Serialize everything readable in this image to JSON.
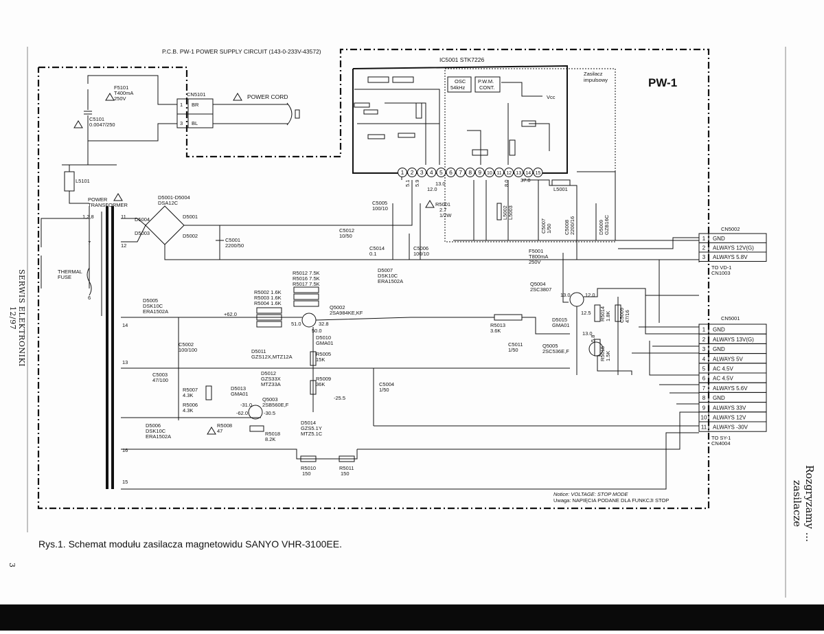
{
  "header": {
    "pcb_title": "P.C.B. PW-1 POWER SUPPLY CIRCUIT (143-0-233V-43572)",
    "module_label": "PW-1",
    "ic_label": "IC5001   STK7226",
    "zasilacz_line1": "Zasilacz",
    "zasilacz_line2": "impulsowy"
  },
  "ic_blocks": {
    "osc_line1": "OSC",
    "osc_line2": "54kHz",
    "pwm_line1": "P.W.M.",
    "pwm_line2": "CONT.",
    "vcc": "Vcc",
    "pins": [
      "1",
      "2",
      "3",
      "4",
      "5",
      "6",
      "7",
      "8",
      "9",
      "10",
      "11",
      "12",
      "13",
      "14",
      "15"
    ]
  },
  "labels": {
    "f5101": [
      "F5101",
      "T400mA",
      "250V"
    ],
    "cn5101": "CN5101",
    "power_cord": "POWER CORD",
    "br": "BR",
    "bl": "BL",
    "pin1": "1",
    "pin3": "3",
    "c5101": [
      "C5101",
      "0.0047/250"
    ],
    "l5101": "L5101",
    "power_transformer": [
      "POWER",
      "TRANSFORMER"
    ],
    "pins_128": "1,2,8",
    "thermal_fuse": [
      "THERMAL",
      "FUSE"
    ],
    "d5001": [
      "D5001-D5004",
      "DSA12C"
    ],
    "d5004": "D5004",
    "d5003": "D5003",
    "d5001b": "D5001",
    "d5002": "D5002",
    "c5001": [
      "C5001",
      "2200/50"
    ],
    "c5005": [
      "C5005",
      "100/10"
    ],
    "c5012": [
      "C5012",
      "10/50"
    ],
    "c5014": [
      "C5014",
      "0.1"
    ],
    "c5006": [
      "C5006",
      "100/10"
    ],
    "r5001": [
      "R5001",
      "2.7",
      "1/2W"
    ],
    "d5007": [
      "D5007",
      "DSK10C",
      "ERA1502A"
    ],
    "l5002": "L5002",
    "l5003": "L5003",
    "c5007": [
      "C5007",
      "1/50"
    ],
    "c5008": [
      "C5008",
      "2200/16"
    ],
    "d5009": [
      "D5009",
      "GZB16C"
    ],
    "l5001": "L5001",
    "f5001": [
      "F5001",
      "T800mA",
      "250V"
    ],
    "q5004": [
      "Q5004",
      "2SC3807"
    ],
    "r5014": [
      "R5014",
      "1.8K"
    ],
    "c5009": [
      "C5009",
      "47/16"
    ],
    "d5015": [
      "D5015",
      "GMA01"
    ],
    "q5005": [
      "Q5005",
      "2SC536E,F"
    ],
    "r5015": [
      "R5015",
      "1.5K"
    ],
    "r5013": [
      "R5013",
      "3.6K"
    ],
    "c5011": [
      "C5011",
      "1/50"
    ],
    "r5012": [
      "R5012  7.5K",
      "R5016  7.5K",
      "R5017  7.5K"
    ],
    "r5002": [
      "R5002  1.6K",
      "R5003  1.6K",
      "R5004  1.6K"
    ],
    "q5002": [
      "Q5002",
      "2SA984KE,KF"
    ],
    "d5005": [
      "D5005",
      "DSK10C",
      "ERA1502A"
    ],
    "c5002": [
      "C5002",
      "100/100"
    ],
    "d5011": [
      "D5011",
      "GZS12X,MTZ12A"
    ],
    "d5010": [
      "D5010",
      "GMA01"
    ],
    "r5005": [
      "R5005",
      "15K"
    ],
    "c5003": [
      "C5003",
      "47/100"
    ],
    "d5012": [
      "D5012",
      "GZS33X",
      "MTZ33A"
    ],
    "d5013": [
      "D5013",
      "GMA01"
    ],
    "r5007": [
      "R5007",
      "4.3K"
    ],
    "r5006": [
      "R5006",
      "4.3K"
    ],
    "q5003": [
      "Q5003",
      "2SB560E,F"
    ],
    "r5008": [
      "R5008",
      "47"
    ],
    "r5018": [
      "R5018",
      "8.2K"
    ],
    "r5009": [
      "R5009",
      "36K"
    ],
    "c5004": [
      "C5004",
      "1/50"
    ],
    "d5014": [
      "D5014",
      "GZS5.1Y",
      "MTZ5.1C"
    ],
    "d5006": [
      "D5006",
      "DSK10C",
      "ERA1502A"
    ],
    "r5010": [
      "R5010",
      "150"
    ],
    "r5011": [
      "R5011",
      "150"
    ]
  },
  "voltages": {
    "v51": "5.1",
    "v59": "5.9",
    "v130a": "13.0",
    "v120a": "12.0",
    "v80": "8.0",
    "v370": "37.0",
    "v620": "+62.0",
    "v510": "51.0",
    "v328": "32.8",
    "v500": "50.0",
    "v130b": "13.0",
    "v120b": "12.0",
    "v125": "12.5",
    "v130c": "13.0",
    "v58": "5.8",
    "vm310": "-31.0",
    "vm620": "-62.0",
    "vm305": "-30.5",
    "vm255": "-25.5"
  },
  "transformer_pins": {
    "p11": "11",
    "p12": "12",
    "p7": "7",
    "p6": "6",
    "p14": "14",
    "p13": "13",
    "p16": "16",
    "p15": "15"
  },
  "cn5002": {
    "title": "CN5002",
    "rows": [
      {
        "n": "1",
        "label": "GND"
      },
      {
        "n": "2",
        "label": "ALWAYS  12V(G)"
      },
      {
        "n": "3",
        "label": "ALWAYS  5.8V"
      }
    ],
    "to_line1": "TO  VD-1",
    "to_line2": "CN1003"
  },
  "cn5001": {
    "title": "CN5001",
    "rows": [
      {
        "n": "1",
        "label": "GND"
      },
      {
        "n": "2",
        "label": "ALWAYS 13V(G)"
      },
      {
        "n": "3",
        "label": "GND"
      },
      {
        "n": "4",
        "label": "ALWAYS  5V"
      },
      {
        "n": "5",
        "label": "AC  4.5V"
      },
      {
        "n": "6",
        "label": "AC  4.5V"
      },
      {
        "n": "7",
        "label": "ALWAYS  5.6V"
      },
      {
        "n": "8",
        "label": "GND"
      },
      {
        "n": "9",
        "label": "ALWAYS  33V"
      },
      {
        "n": "10",
        "label": "ALWAYS  12V"
      },
      {
        "n": "11",
        "label": "ALWAYS  -30V"
      }
    ],
    "to_line1": "TO  SY-1",
    "to_line2": "CN4004"
  },
  "notice": {
    "line1": "Notice:  VOLTAGE:  STOP MODE",
    "line2": "Uwaga:  NAPIĘCIA PODANE DLA FUNKCJI  STOP"
  },
  "caption": "Rys.1. Schemat modułu zasilacza magnetowidu SANYO   VHR-3100EE.",
  "side_left": "SERWIS ELEKTRONIKI   12/97",
  "side_right": "Rozgryzamy ... zasilacze",
  "page_number": "3"
}
